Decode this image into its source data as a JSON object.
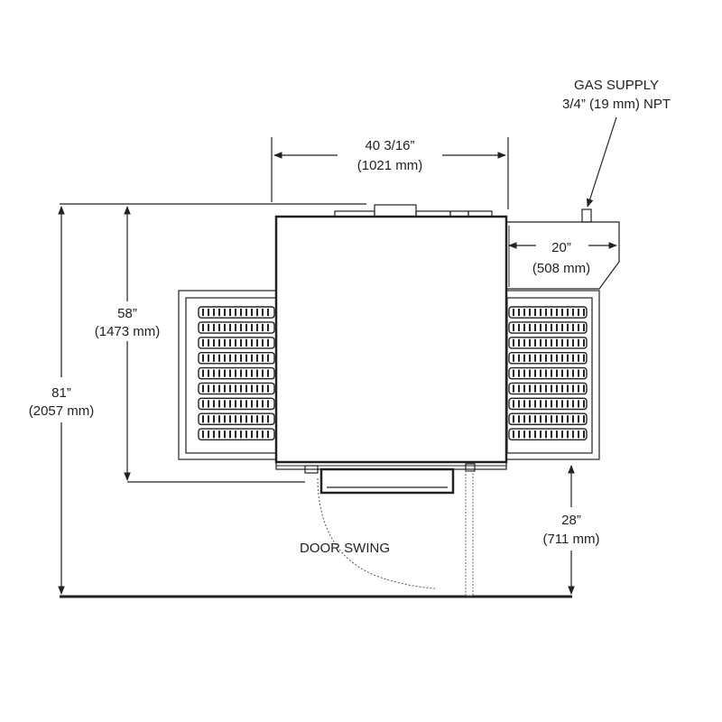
{
  "dimensions": {
    "width_top": {
      "inch": "40 3/16”",
      "mm": "(1021 mm)"
    },
    "height_side": {
      "inch": "58”",
      "mm": "(1473 mm)"
    },
    "height_total": {
      "inch": "81”",
      "mm": "(2057 mm)"
    },
    "right_depth": {
      "inch": "20”",
      "mm": "(508 mm)"
    },
    "clearance": {
      "inch": "28”",
      "mm": "(711 mm)"
    }
  },
  "labels": {
    "gas_supply_line1": "GAS SUPPLY",
    "gas_supply_line2": "3/4” (19 mm) NPT",
    "door_swing": "DOOR SWING"
  },
  "colors": {
    "line": "#222222",
    "background": "#ffffff"
  }
}
